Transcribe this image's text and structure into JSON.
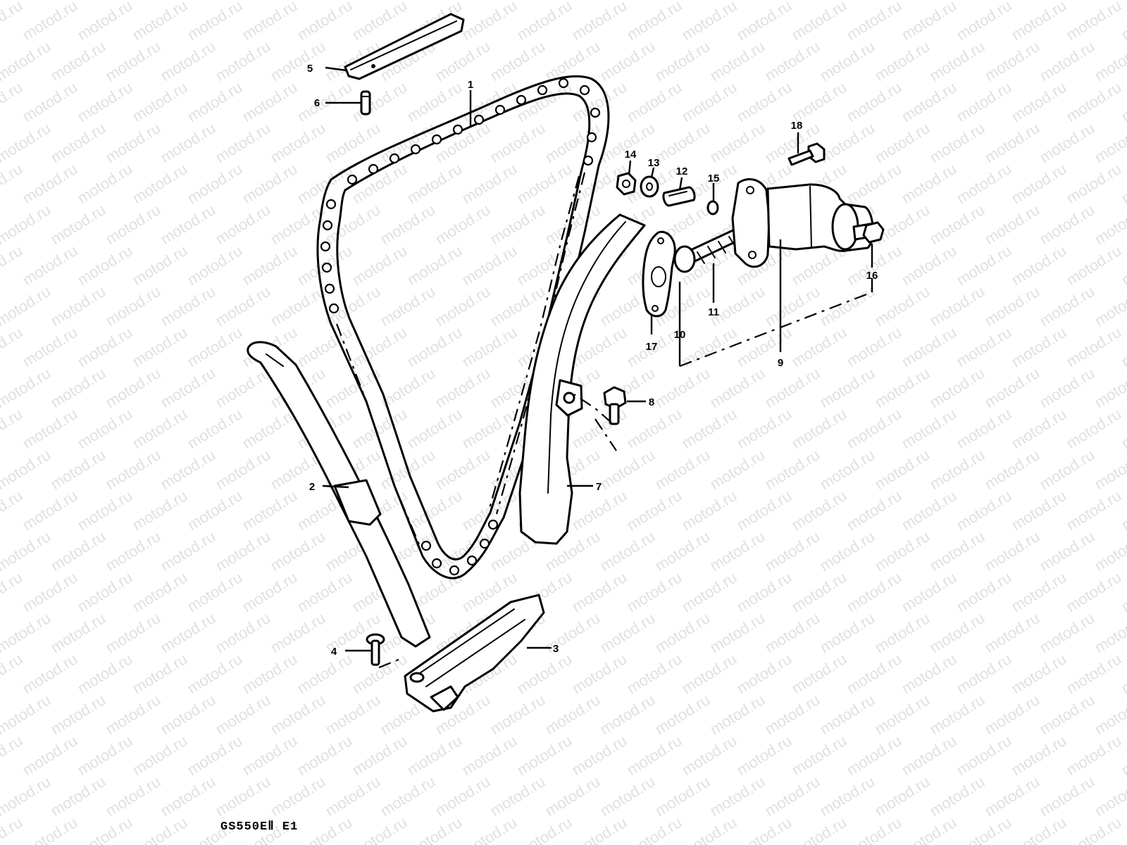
{
  "diagram": {
    "part_numbers": [
      "1",
      "2",
      "3",
      "4",
      "5",
      "6",
      "7",
      "8",
      "9",
      "10",
      "11",
      "12",
      "13",
      "14",
      "15",
      "16",
      "17",
      "18"
    ],
    "model_code": "GS550EⅡ E1",
    "watermark_text": "motod.ru",
    "colors": {
      "ink": "#000000",
      "background": "#ffffff",
      "watermark": "#c8c8c8"
    }
  }
}
